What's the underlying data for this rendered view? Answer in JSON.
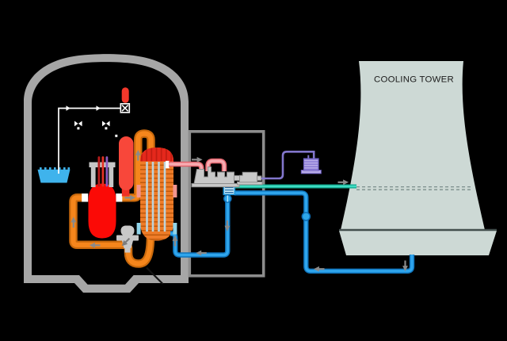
{
  "diagram": {
    "title": "Pressurized water reactor power plant schematic",
    "background_color": "#000000",
    "labels": {
      "cooling_tower": "COOLING TOWER"
    },
    "colors": {
      "containment_wall": "#a6a6a6",
      "turbine_building_outline": "#8d8d8d",
      "reactor_vessel": "#fb0a06",
      "pressurizer": "#f8473a",
      "relief_capsule": "#f4382b",
      "primary_pipe": "#f5861c",
      "primary_pipe_edge": "#c9690c",
      "steam_generator_body": "#ee7c28",
      "steam_generator_dome": "#e5281c",
      "steam_pipe": "#f7abb1",
      "condensate_pipe": "#2fa5ec",
      "cooling_water_pipe": "#3fdcc2",
      "electric_line": "#8276cc",
      "transformer_coil": "#b9ace8",
      "machinery_gray": "#c8c8c8",
      "condenser_fill": "#cdeefa",
      "condenser_edge": "#1d94da",
      "cooling_tower_fill": "#cdd9d5",
      "water_pool": "#3fb3ec",
      "spray_system": "#ffffff",
      "flow_arrow": "#8a8a8a",
      "control_rod_red": "#b71c1c",
      "control_rod_bright": "#e53224",
      "control_rod_purple": "#8e5bbf"
    },
    "components": [
      "containment-building",
      "spray-system",
      "water-pool",
      "relief-valve",
      "pressurizer",
      "reactor-vessel",
      "control-rods",
      "reactor-coolant-pump",
      "steam-generator",
      "turbine-building",
      "high-pressure-turbine",
      "low-pressure-turbine",
      "generator",
      "transformer",
      "condenser",
      "condensate-pump",
      "circulating-pump",
      "cooling-tower",
      "cooling-tower-basin"
    ]
  }
}
